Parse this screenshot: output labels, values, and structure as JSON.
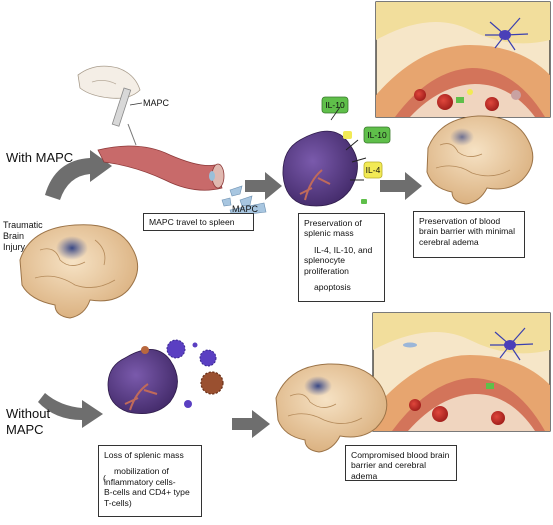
{
  "labels": {
    "with_mapc": "With MAPC",
    "without_mapc_line1": "Without",
    "without_mapc_line2": "MAPC",
    "tbi_line1": "Traumatic",
    "tbi_line2": "Brain",
    "tbi_line3": "Injury",
    "syringe_label": "MAPC",
    "cell_label": "MAPC"
  },
  "cytokines": {
    "il10_top": "IL-10",
    "il10_right": "IL-10",
    "il4": "IL-4"
  },
  "boxes": {
    "mapc_travel": "MAPC travel to spleen",
    "preservation_spleen": {
      "line1": "Preservation of",
      "line2": "splenic mass",
      "line3": "IL-4, IL-10, and",
      "line4": "splenocyte proliferation",
      "line5": "apoptosis"
    },
    "bbb_preserved": {
      "line1": "Preservation of blood",
      "line2": "brain barrier with minimal",
      "line3": "cerebral adema"
    },
    "loss_spleen": {
      "line1": "Loss of splenic mass",
      "line2": "mobilization of",
      "line3": "inflammatory cells-",
      "line4": "B-cells and CD4+ type",
      "line5": "T-cells)"
    },
    "bbb_compromised": {
      "line1": "Compromised blood brain",
      "line2": "barrier and cerebral adema"
    }
  },
  "colors": {
    "spleen": "#5a3a86",
    "brain": "#e8c9a0",
    "injury": "#3d4f8c",
    "il10": "#5fbf4a",
    "il4": "#f2ea55",
    "arrow": "#6e6e6e"
  }
}
